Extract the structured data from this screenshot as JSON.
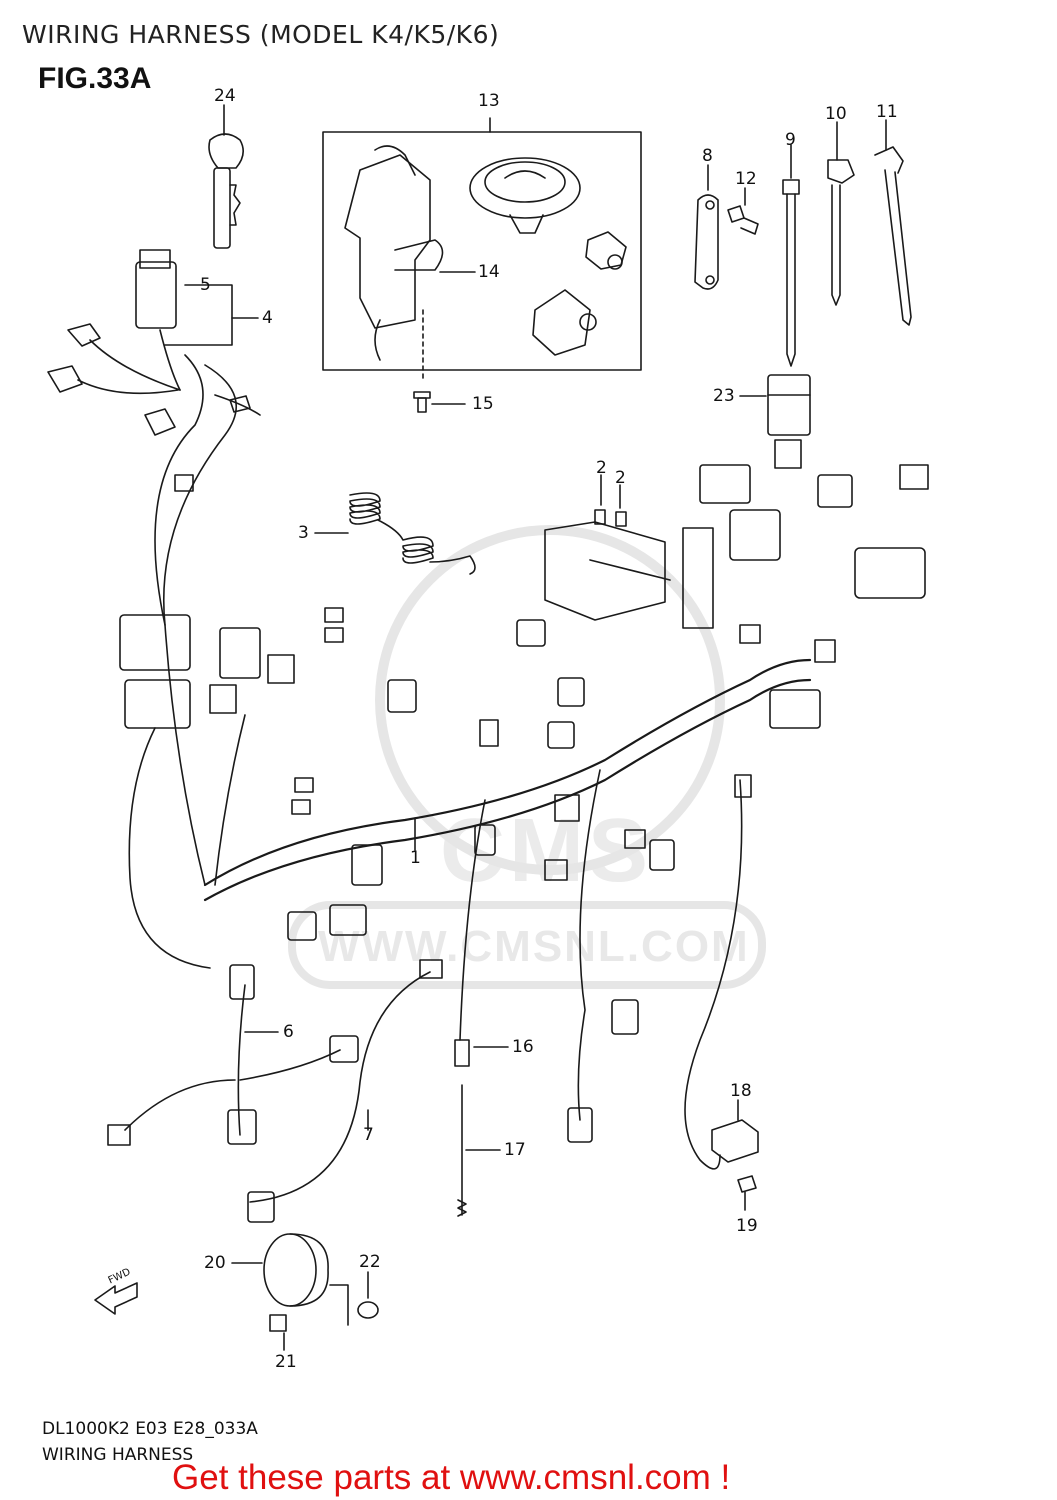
{
  "header": {
    "title": "WIRING HARNESS (MODEL K4/K5/K6)",
    "figure": "FIG.33A"
  },
  "watermark": {
    "logo_text": "CMS",
    "site_text": "WWW.CMSNL.COM"
  },
  "callouts": [
    {
      "id": "c1",
      "text": "1"
    },
    {
      "id": "c2a",
      "text": "2"
    },
    {
      "id": "c2b",
      "text": "2"
    },
    {
      "id": "c3",
      "text": "3"
    },
    {
      "id": "c4",
      "text": "4"
    },
    {
      "id": "c5",
      "text": "5"
    },
    {
      "id": "c6",
      "text": "6"
    },
    {
      "id": "c7",
      "text": "7"
    },
    {
      "id": "c8",
      "text": "8"
    },
    {
      "id": "c9",
      "text": "9"
    },
    {
      "id": "c10",
      "text": "10"
    },
    {
      "id": "c11",
      "text": "11"
    },
    {
      "id": "c12",
      "text": "12"
    },
    {
      "id": "c13",
      "text": "13"
    },
    {
      "id": "c14",
      "text": "14"
    },
    {
      "id": "c15",
      "text": "15"
    },
    {
      "id": "c16",
      "text": "16"
    },
    {
      "id": "c17",
      "text": "17"
    },
    {
      "id": "c18",
      "text": "18"
    },
    {
      "id": "c19",
      "text": "19"
    },
    {
      "id": "c20",
      "text": "20"
    },
    {
      "id": "c21",
      "text": "21"
    },
    {
      "id": "c22",
      "text": "22"
    },
    {
      "id": "c23",
      "text": "23"
    },
    {
      "id": "c24",
      "text": "24"
    }
  ],
  "fwd_label": "FWD",
  "footer": {
    "code": "DL1000K2 E03 E28_033A",
    "name": "WIRING HARNESS",
    "banner": "Get these parts at www.cmsnl.com !"
  }
}
